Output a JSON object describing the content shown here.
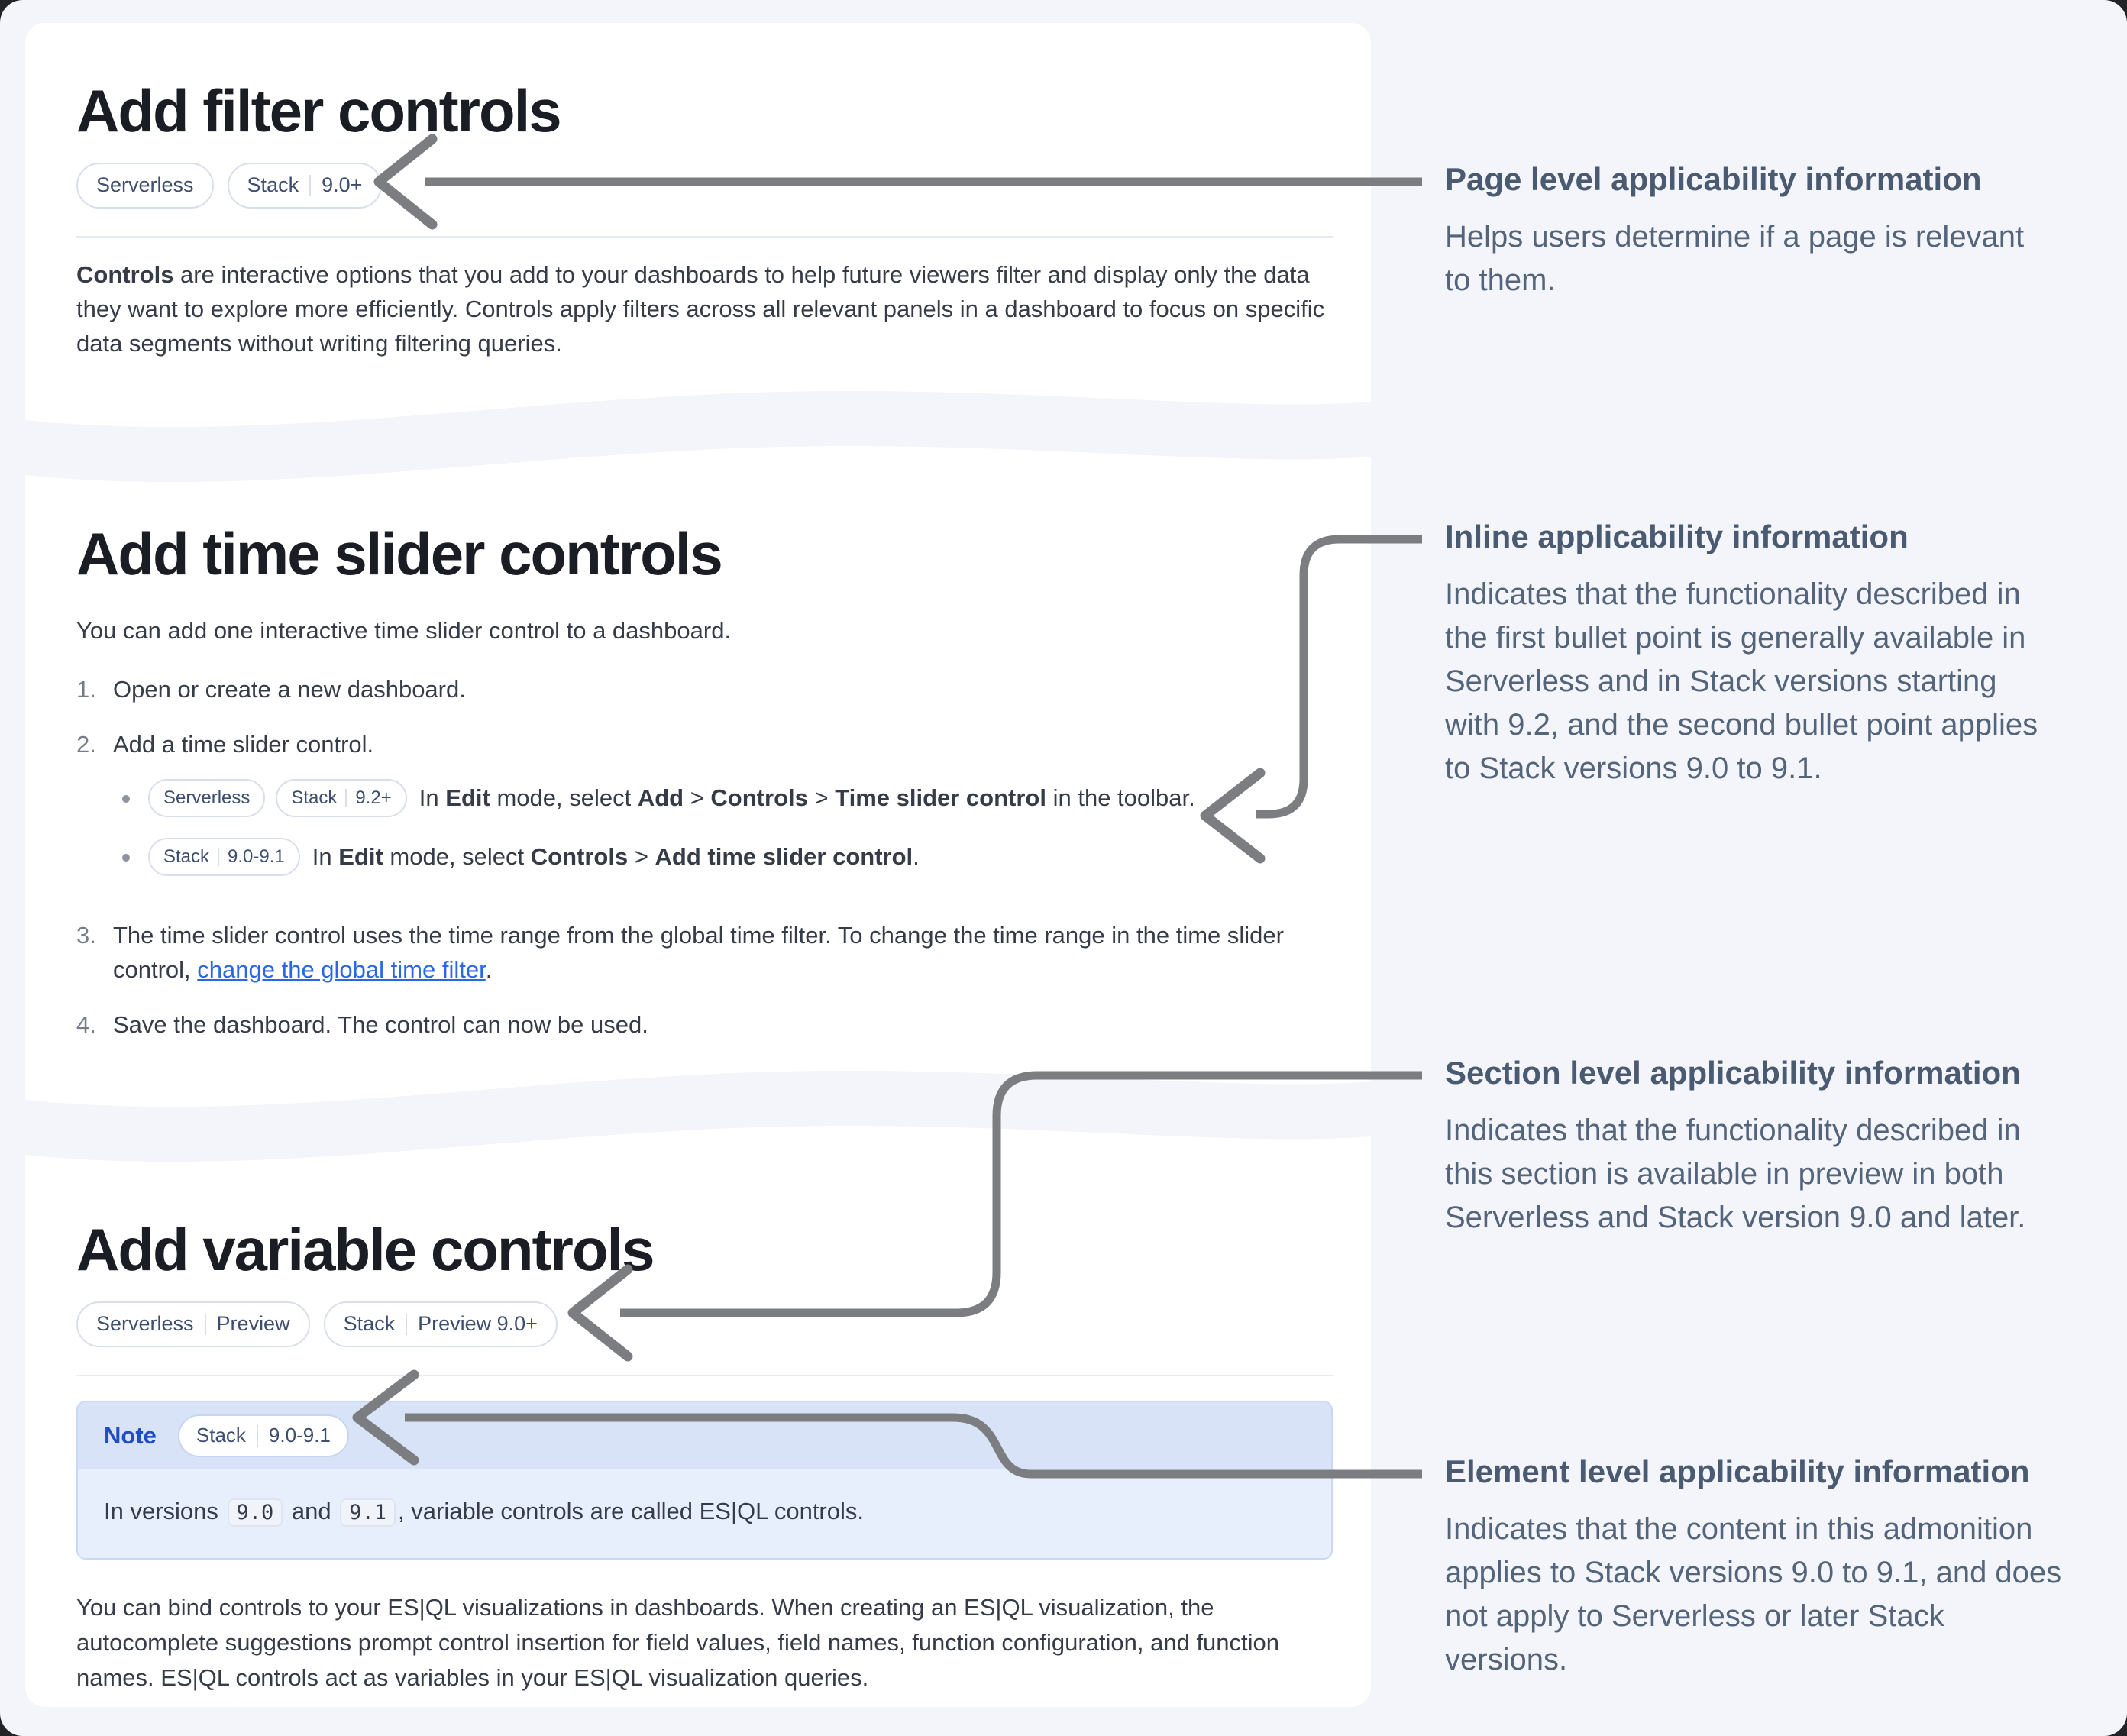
{
  "theme": {
    "page_bg": "#f3f5fa",
    "card_bg": "#ffffff",
    "arrow_color": "#7b7d81",
    "link_color": "#2b66e8",
    "note_label_color": "#1d4ec4"
  },
  "sections": {
    "filter": {
      "title": "Add filter controls",
      "badges": [
        [
          "Serverless"
        ],
        [
          "Stack",
          "9.0+"
        ]
      ],
      "intro": [
        {
          "t": "Controls",
          "b": true
        },
        {
          "t": " are interactive options that you add to your dashboards to help future viewers filter and display only the data they want to explore more efficiently. Controls apply filters across all relevant panels in a dashboard to focus on specific data segments without writing filtering queries."
        }
      ]
    },
    "time_slider": {
      "title": "Add time slider controls",
      "intro": "You can add one interactive time slider control to a dashboard.",
      "steps": [
        {
          "num": "1.",
          "segments": [
            {
              "t": "Open or create a new dashboard."
            }
          ]
        },
        {
          "num": "2.",
          "segments": [
            {
              "t": "Add a time slider control."
            }
          ]
        },
        {
          "num": "3.",
          "segments": [
            {
              "t": "The time slider control uses the time range from the global time filter. To change the time range in the time slider control, "
            },
            {
              "t": "change the global time filter",
              "link": true
            },
            {
              "t": "."
            }
          ]
        },
        {
          "num": "4.",
          "segments": [
            {
              "t": "Save the dashboard. The control can now be used."
            }
          ]
        }
      ],
      "bullet1": {
        "badges": [
          [
            "Serverless"
          ],
          [
            "Stack",
            "9.2+"
          ]
        ],
        "segments": [
          {
            "t": "In "
          },
          {
            "t": "Edit",
            "b": true
          },
          {
            "t": " mode, select "
          },
          {
            "t": "Add",
            "b": true
          },
          {
            "t": " > "
          },
          {
            "t": "Controls",
            "b": true
          },
          {
            "t": " > "
          },
          {
            "t": "Time slider control",
            "b": true
          },
          {
            "t": " in the toolbar."
          }
        ]
      },
      "bullet2": {
        "badges": [
          [
            "Stack",
            "9.0-9.1"
          ]
        ],
        "segments": [
          {
            "t": "In "
          },
          {
            "t": "Edit",
            "b": true
          },
          {
            "t": " mode, select "
          },
          {
            "t": "Controls",
            "b": true
          },
          {
            "t": " > "
          },
          {
            "t": "Add time slider control",
            "b": true
          },
          {
            "t": "."
          }
        ]
      }
    },
    "variable": {
      "title": "Add variable controls",
      "badges": [
        [
          "Serverless",
          "Preview"
        ],
        [
          "Stack",
          "Preview 9.0+"
        ]
      ],
      "note": {
        "label": "Note",
        "badge": [
          "Stack",
          "9.0-9.1"
        ],
        "body": [
          {
            "t": "In versions "
          },
          {
            "t": "9.0",
            "code": true
          },
          {
            "t": " and "
          },
          {
            "t": "9.1",
            "code": true
          },
          {
            "t": ", variable controls are called ES|QL controls."
          }
        ]
      },
      "body": "You can bind controls to your ES|QL visualizations in dashboards. When creating an ES|QL visualization, the autocomplete suggestions prompt control insertion for field values, field names, function configuration, and function names. ES|QL controls act as variables in your ES|QL visualization queries."
    }
  },
  "annotations": [
    {
      "title": "Page level applicability information",
      "body": "Helps users determine if a page is relevant\nto them."
    },
    {
      "title": "Inline applicability information",
      "body": "Indicates that the functionality described in\nthe first bullet point is generally available in\nServerless and in Stack versions starting\nwith 9.2, and the second bullet point applies\nto Stack versions 9.0 to 9.1."
    },
    {
      "title": "Section level applicability information",
      "body": "Indicates that the functionality described in\nthis section is available in preview in both\nServerless and Stack version 9.0 and later."
    },
    {
      "title": "Element level applicability information",
      "body": "Indicates that the content in this admonition\napplies to Stack versions 9.0 to 9.1, and does\nnot apply to Serverless or later Stack\nversions."
    }
  ]
}
